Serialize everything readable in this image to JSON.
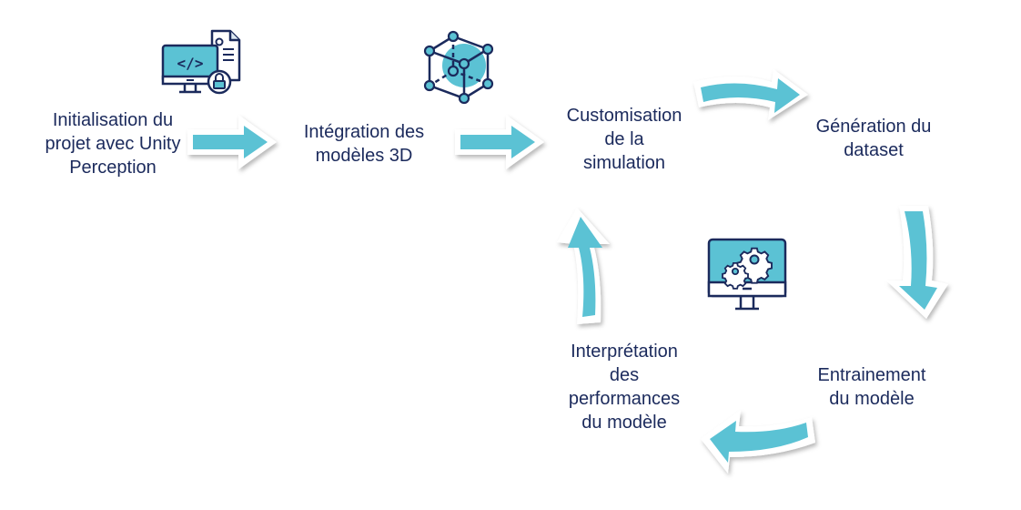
{
  "diagram": {
    "type": "process-flow",
    "colors": {
      "text": "#1b2a5c",
      "accent": "#5bc2d4",
      "icon_stroke": "#1b2a5c"
    },
    "steps": [
      {
        "id": "init",
        "label": "Initialisation du\nprojet avec Unity\nPerception",
        "icon": "code-monitor-lock-icon"
      },
      {
        "id": "integration",
        "label": "Intégration des\nmodèles 3D",
        "icon": "3d-cube-icon"
      },
      {
        "id": "customisation",
        "label": "Customisation\nde la\nsimulation",
        "icon": null
      },
      {
        "id": "generation",
        "label": "Génération du\ndataset",
        "icon": null
      },
      {
        "id": "training",
        "label": "Entrainement\ndu modèle",
        "icon": null
      },
      {
        "id": "interpretation",
        "label": "Interprétation\ndes\nperformances\ndu modèle",
        "icon": "monitor-gears-icon"
      }
    ],
    "arrows": [
      {
        "from": "init",
        "to": "integration",
        "style": "straight-right"
      },
      {
        "from": "integration",
        "to": "customisation",
        "style": "straight-right"
      },
      {
        "from": "customisation",
        "to": "generation",
        "style": "curved-right"
      },
      {
        "from": "generation",
        "to": "training",
        "style": "curved-down"
      },
      {
        "from": "training",
        "to": "interpretation",
        "style": "curved-left"
      },
      {
        "from": "interpretation",
        "to": "customisation",
        "style": "curved-up"
      }
    ]
  }
}
